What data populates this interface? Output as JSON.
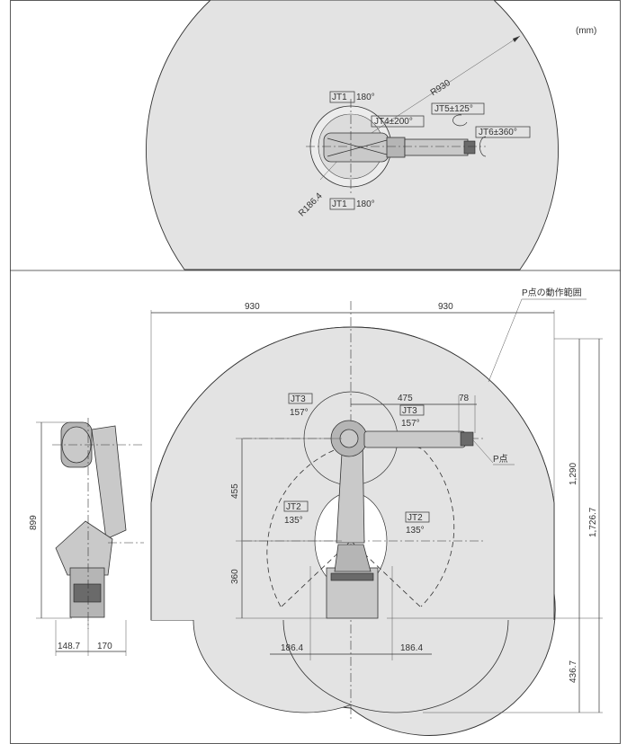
{
  "unit_label": "(mm)",
  "top_view": {
    "radius_outer": "R930",
    "radius_inner": "R186.4",
    "jt1_top_tag": "JT1",
    "jt1_top_value": "180°",
    "jt1_bottom_tag": "JT1",
    "jt1_bottom_value": "180°",
    "jt4": "JT4±200°",
    "jt5": "JT5±125°",
    "jt6": "JT6±360°"
  },
  "front_view": {
    "range_label": "P点の動作範囲",
    "dim_left_930": "930",
    "dim_right_930": "930",
    "dim_475": "475",
    "dim_78": "78",
    "jt3_left_tag": "JT3",
    "jt3_left_value": "157°",
    "jt3_right_tag": "JT3",
    "jt3_right_value": "157°",
    "jt2_left_tag": "JT2",
    "jt2_left_value": "135°",
    "jt2_right_tag": "JT2",
    "jt2_right_value": "135°",
    "point_label": "P点",
    "dim_455": "455",
    "dim_360": "360",
    "dim_1290": "1,290",
    "dim_1726": "1,726.7",
    "dim_436": "436.7",
    "dim_186_left": "186.4",
    "dim_186_right": "186.4"
  },
  "side_view": {
    "height": "899",
    "width_left": "148.7",
    "width_right": "170"
  }
}
